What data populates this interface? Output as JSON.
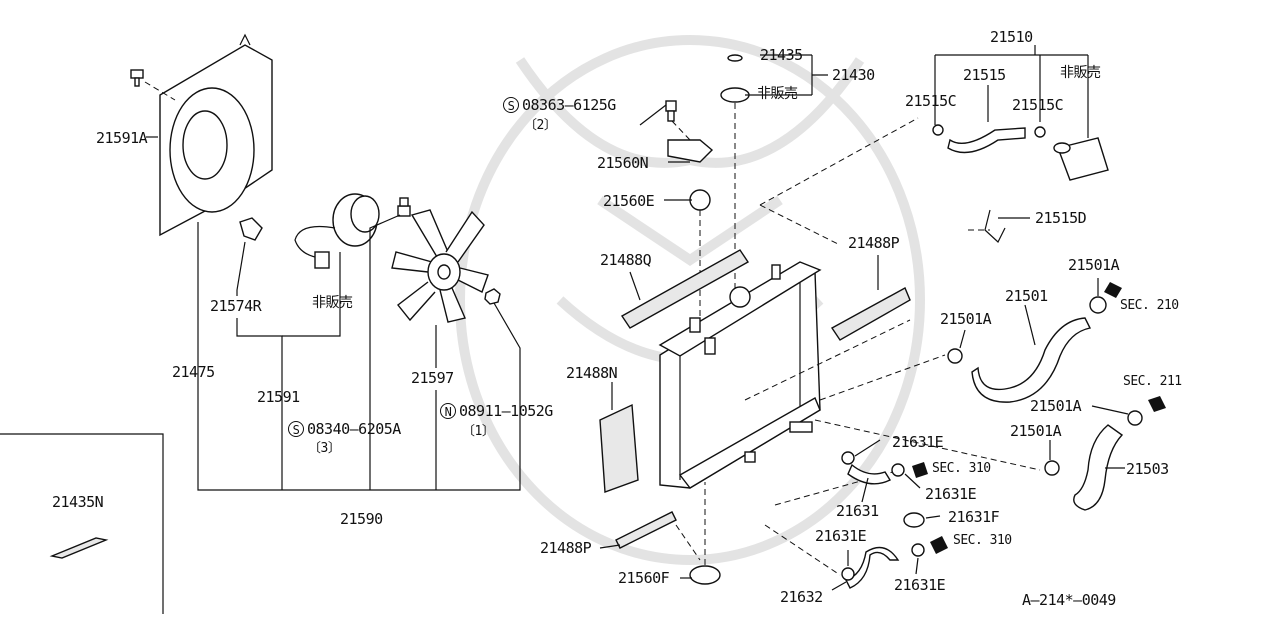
{
  "labels": {
    "p21591A": "21591A",
    "p21574R": "21574R",
    "p_nonsale_motor": "非販売",
    "p21475": "21475",
    "p21591": "21591",
    "p21597": "21597",
    "p08340": "08340–6205A",
    "p08340_qty": "〔3〕",
    "p08911": "08911–1052G",
    "p08911_qty": "〔1〕",
    "p21590": "21590",
    "p21435N": "21435N",
    "p08363": "08363–6125G",
    "p08363_qty": "〔2〕",
    "p21560N": "21560N",
    "p21560E": "21560E",
    "p21488Q": "21488Q",
    "p21488N": "21488N",
    "p21488P_top": "21488P",
    "p21488P_bottom": "21488P",
    "p21560F": "21560F",
    "p21435": "21435",
    "p21430": "21430",
    "p_nonsale_cap": "非販売",
    "p21510": "21510",
    "p21515": "21515",
    "p_nonsale_tank": "非販売",
    "p21515C_left": "21515C",
    "p21515C_right": "21515C",
    "p21515D": "21515D",
    "p21501A_top": "21501A",
    "p21501": "21501",
    "p21501A_left": "21501A",
    "sec210": "SEC. 210",
    "sec211": "SEC. 211",
    "p21501A_mid": "21501A",
    "p21501A_low": "21501A",
    "p21503": "21503",
    "p21631E_a": "21631E",
    "sec310_a": "SEC. 310",
    "p21631E_b": "21631E",
    "p21631": "21631",
    "p21631F": "21631F",
    "p21631E_c": "21631E",
    "sec310_b": "SEC. 310",
    "p21631E_d": "21631E",
    "p21632": "21632",
    "ref_code": "A–214*–0049"
  },
  "symbols": {
    "s_mark": "S",
    "n_mark": "N"
  },
  "icons": [
    "fan-shroud-icon",
    "fan-motor-icon",
    "fan-blade-icon",
    "radiator-icon",
    "radiator-cap-icon",
    "reservoir-tank-icon",
    "hose-icon",
    "clamp-icon",
    "bolt-icon",
    "nut-icon",
    "arrow-icon"
  ]
}
